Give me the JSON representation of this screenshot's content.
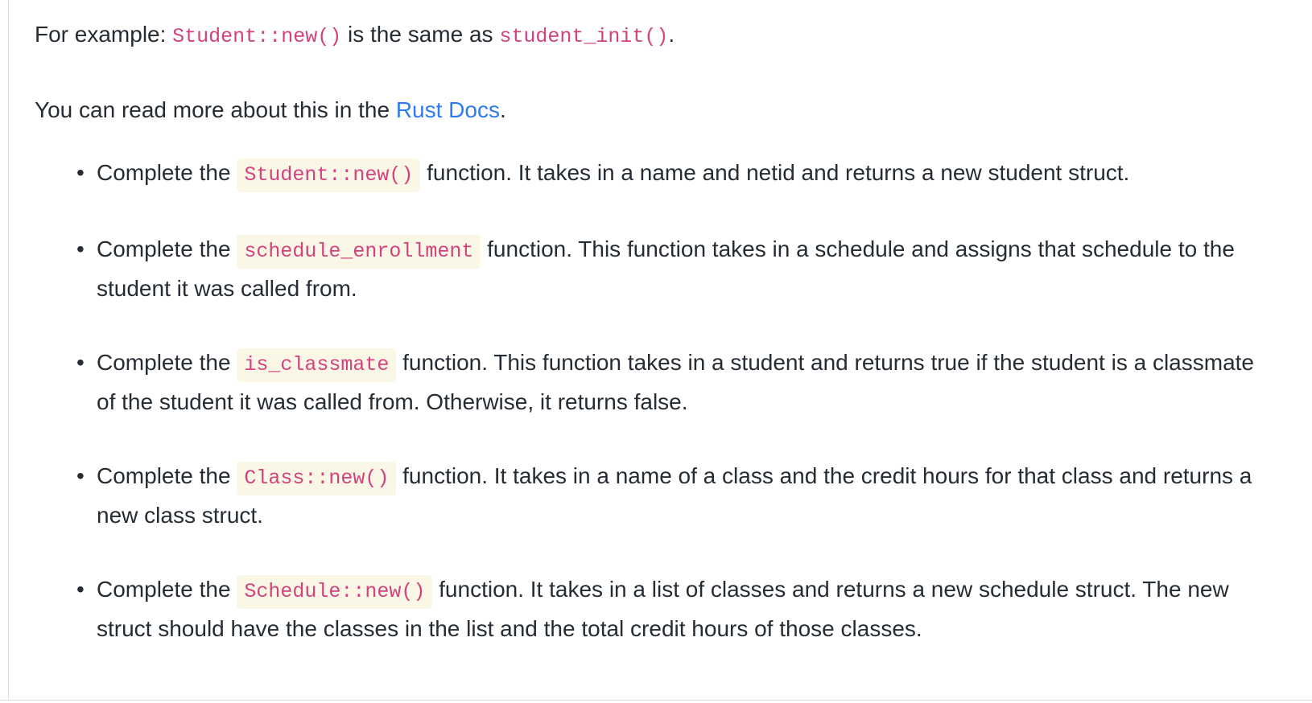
{
  "colors": {
    "text": "#262c33",
    "code": "#d2427e",
    "code_background": "#faf7e6",
    "link": "#2e7cf5",
    "pane_border": "#dedede",
    "page_background": "#ffffff"
  },
  "paragraphs": [
    {
      "name": "paragraph-example",
      "segments": [
        {
          "t": "text",
          "v": "For example: "
        },
        {
          "t": "code",
          "v": "Student::new()",
          "hl": false
        },
        {
          "t": "text",
          "v": " is the same as "
        },
        {
          "t": "code",
          "v": "student_init()",
          "hl": false
        },
        {
          "t": "text",
          "v": "."
        }
      ]
    },
    {
      "name": "paragraph-read-more",
      "segments": [
        {
          "t": "text",
          "v": "You can read more about this in the "
        },
        {
          "t": "link",
          "v": "Rust Docs"
        },
        {
          "t": "text",
          "v": "."
        }
      ]
    }
  ],
  "list": {
    "bullet_glyph": "•",
    "items": [
      {
        "segments": [
          {
            "t": "text",
            "v": "Complete the "
          },
          {
            "t": "code",
            "v": "Student::new()",
            "hl": true
          },
          {
            "t": "text",
            "v": " function. It takes in a name and netid and returns a new student struct."
          }
        ]
      },
      {
        "segments": [
          {
            "t": "text",
            "v": "Complete the "
          },
          {
            "t": "code",
            "v": "schedule_enrollment",
            "hl": true
          },
          {
            "t": "text",
            "v": " function. This function takes in a schedule and assigns that schedule to the student it was called from."
          }
        ]
      },
      {
        "segments": [
          {
            "t": "text",
            "v": "Complete the "
          },
          {
            "t": "code",
            "v": "is_classmate",
            "hl": true
          },
          {
            "t": "text",
            "v": " function. This function takes in a student and returns true if the student is a classmate of the student it was called from. Otherwise, it returns false."
          }
        ]
      },
      {
        "segments": [
          {
            "t": "text",
            "v": "Complete the "
          },
          {
            "t": "code",
            "v": "Class::new()",
            "hl": true
          },
          {
            "t": "text",
            "v": " function. It takes in a name of a class and the credit hours for that class and returns a new class struct."
          }
        ]
      },
      {
        "segments": [
          {
            "t": "text",
            "v": "Complete the "
          },
          {
            "t": "code",
            "v": "Schedule::new()",
            "hl": true
          },
          {
            "t": "text",
            "v": " function. It takes in a list of classes and returns a new schedule struct. The new struct should have the classes in the list and the total credit hours of those classes."
          }
        ]
      }
    ]
  }
}
